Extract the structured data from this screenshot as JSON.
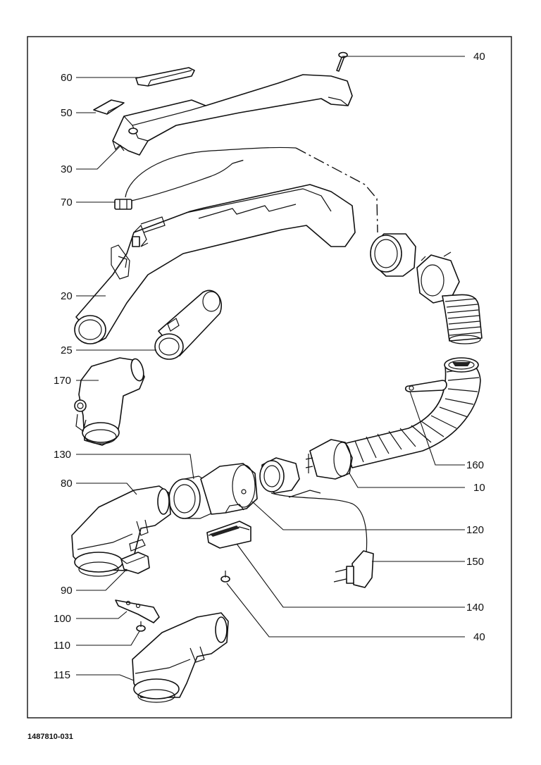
{
  "document_number": "1487810-031",
  "labels": {
    "p40_top": "40",
    "p60": "60",
    "p50": "50",
    "p30": "30",
    "p70": "70",
    "p20": "20",
    "p25": "25",
    "p170": "170",
    "p130": "130",
    "p160": "160",
    "p80": "80",
    "p10": "10",
    "p120": "120",
    "p150": "150",
    "p90": "90",
    "p140": "140",
    "p100": "100",
    "p110": "110",
    "p40_bottom": "40",
    "p115": "115"
  }
}
